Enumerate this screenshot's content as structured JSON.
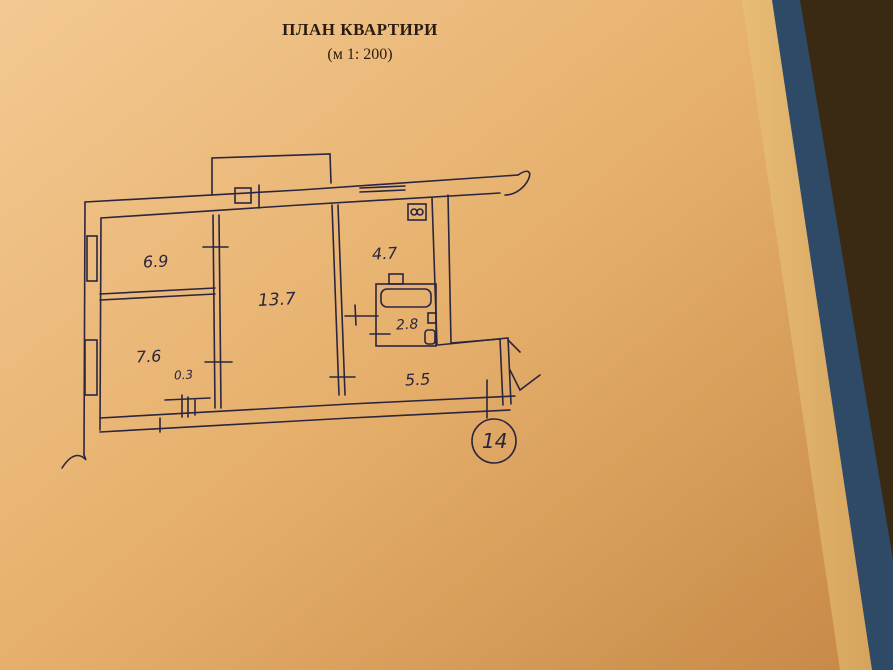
{
  "header": {
    "title": "ПЛАН КВАРТИРИ",
    "scale": "(м 1: 200)"
  },
  "floor_plan": {
    "apartment_number": "14",
    "rooms": [
      {
        "id": "room-top-left",
        "area": "6.9"
      },
      {
        "id": "room-bottom-left",
        "area": "7.6"
      },
      {
        "id": "closet",
        "area": "0.3"
      },
      {
        "id": "living-room",
        "area": "13.7"
      },
      {
        "id": "kitchen",
        "area": "4.7"
      },
      {
        "id": "bathroom",
        "area": "2.8"
      },
      {
        "id": "hallway",
        "area": "5.5"
      }
    ],
    "fixtures": [
      "stove-icon",
      "bathtub-icon",
      "sink-icon",
      "toilet-icon",
      "window-icon",
      "door-mark-icon"
    ]
  },
  "colors": {
    "paper": "#e9b56f",
    "ink": "#2b2540",
    "binding_blue": "#2e4a66",
    "background": "#3a2a14"
  }
}
